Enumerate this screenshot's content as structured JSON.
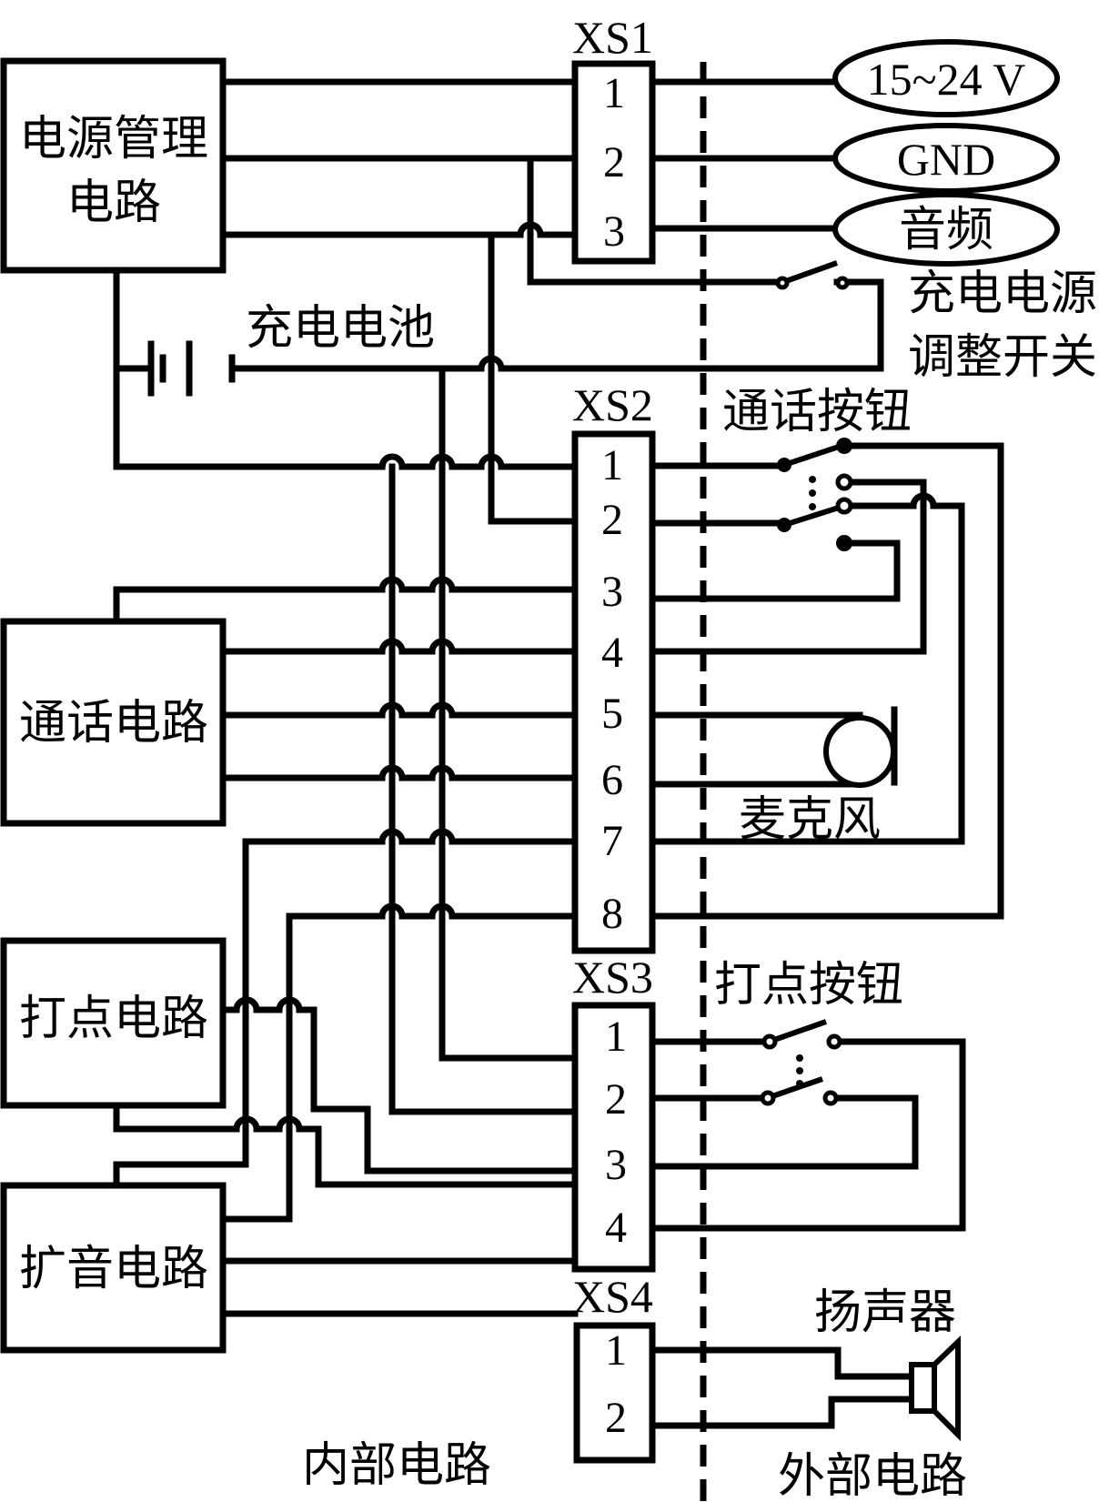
{
  "diagram": {
    "title": "",
    "blocks": {
      "power": {
        "line1": "电源管理",
        "line2": "电路"
      },
      "talk": {
        "label": "通话电路"
      },
      "punch": {
        "label": "打点电路"
      },
      "amp": {
        "label": "扩音电路"
      }
    },
    "connectors": {
      "xs1": {
        "label": "XS1",
        "pins": [
          "1",
          "2",
          "3"
        ]
      },
      "xs2": {
        "label": "XS2",
        "pins": [
          "1",
          "2",
          "3",
          "4",
          "5",
          "6",
          "7",
          "8"
        ]
      },
      "xs3": {
        "label": "XS3",
        "pins": [
          "1",
          "2",
          "3",
          "4"
        ]
      },
      "xs4": {
        "label": "XS4",
        "pins": [
          "1",
          "2"
        ]
      }
    },
    "terminals": {
      "supply": "15~24 V",
      "gnd": "GND",
      "audio": "音频"
    },
    "components": {
      "battery": "充电电池",
      "charge_switch_line1": "充电电源",
      "charge_switch_line2": "调整开关",
      "talk_button": "通话按钮",
      "microphone": "麦克风",
      "punch_button": "打点按钮",
      "speaker": "扬声器"
    },
    "regions": {
      "internal": "内部电路",
      "external": "外部电路"
    }
  }
}
